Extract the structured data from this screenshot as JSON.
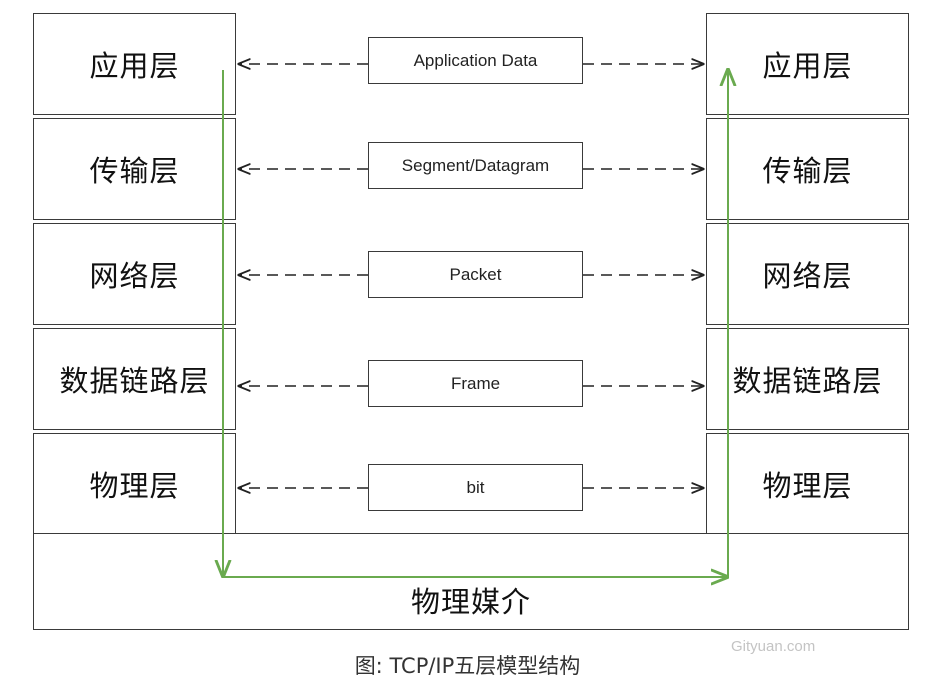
{
  "left_stack": [
    {
      "label": "应用层"
    },
    {
      "label": "传输层"
    },
    {
      "label": "网络层"
    },
    {
      "label": "数据链路层"
    },
    {
      "label": "物理层"
    }
  ],
  "right_stack": [
    {
      "label": "应用层"
    },
    {
      "label": "传输层"
    },
    {
      "label": "网络层"
    },
    {
      "label": "数据链路层"
    },
    {
      "label": "物理层"
    }
  ],
  "data_units": [
    {
      "label": "Application Data"
    },
    {
      "label": "Segment/Datagram"
    },
    {
      "label": "Packet"
    },
    {
      "label": "Frame"
    },
    {
      "label": "bit"
    }
  ],
  "medium": {
    "label": "物理媒介"
  },
  "caption": "图: TCP/IP五层模型结构",
  "watermark": "Gityuan.com",
  "colors": {
    "path_line": "#6aaa4f",
    "border": "#3a3a3a",
    "dashed_arrow": "#222222"
  }
}
